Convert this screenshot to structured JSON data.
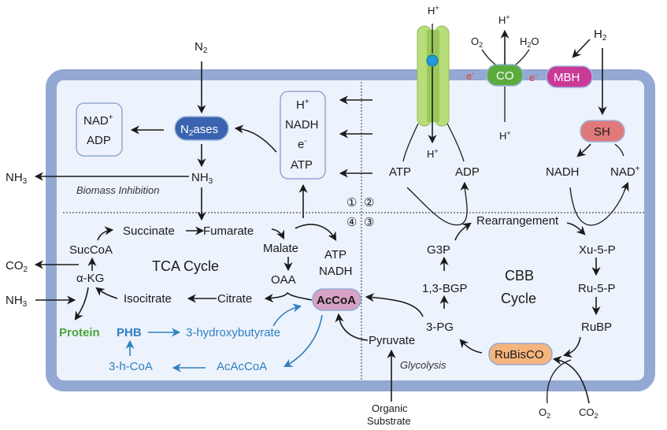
{
  "external": {
    "n2": "N",
    "n2_sub": "2",
    "nh3_out": "NH",
    "nh3_out_sub": "3",
    "co2_out": "CO",
    "co2_out_sub": "2",
    "nh3_in": "NH",
    "nh3_in_sub": "3",
    "h_plus_top": "H",
    "h_plus_top_sup": "+",
    "h_plus_co": "H",
    "h_plus_co_sup": "+",
    "o2_top": "O",
    "o2_top_sub": "2",
    "h2o": "H",
    "h2o_sub": "2",
    "h2o_tail": "O",
    "h2": "H",
    "h2_sub": "2",
    "organic_substrate_line1": "Organic",
    "organic_substrate_line2": "Substrate",
    "o2_bottom": "O",
    "o2_bottom_sub": "2",
    "co2_bottom": "CO",
    "co2_bottom_sub": "2"
  },
  "membrane": {
    "co": "CO",
    "mbh": "MBH",
    "electron": "e",
    "electron_sup": "-",
    "h_plus_inside": "H",
    "h_plus_inside_sup": "+",
    "h_plus_below_co": "H",
    "h_plus_below_co_sup": "+"
  },
  "quadrant1": {
    "nitrogenase": "N",
    "nitrogenase_sub": "2",
    "nitrogenase_tail": "ases",
    "nad_box": [
      "NAD",
      "ADP"
    ],
    "nad_sup": "+",
    "energy_box": [
      "H",
      "NADH",
      "e",
      "ATP"
    ],
    "energy_h_sup": "+",
    "energy_e_sup": "-",
    "nh3": "NH",
    "nh3_sub": "3",
    "biomass_inhibition": "Biomass Inhibition"
  },
  "quadrant2": {
    "atp": "ATP",
    "adp": "ADP",
    "sh": "SH",
    "nadh": "NADH",
    "nad_plus": "NAD",
    "nad_plus_sup": "+"
  },
  "quadrant_markers": [
    "①",
    "②",
    "③",
    "④"
  ],
  "tca": {
    "title": "TCA  Cycle",
    "succinate": "Succinate",
    "fumarate": "Fumarate",
    "malate": "Malate",
    "oaa": "OAA",
    "citrate": "Citrate",
    "isocitrate": "Isocitrate",
    "akg": "α-KG",
    "succoa": "SucCoA",
    "atp": "ATP",
    "nadh": "NADH",
    "accoa": "AcCoA",
    "protein": "Protein",
    "phb": "PHB",
    "hydroxybutyrate": "3-hydroxybutyrate",
    "h_coa": "3-h-CoA",
    "acaccoa": "AcAcCoA"
  },
  "cbb": {
    "title_line1": "CBB",
    "title_line2": "Cycle",
    "rearrangement": "Rearrangement",
    "g3p": "G3P",
    "bgp": "1,3-BGP",
    "pg": "3-PG",
    "xu5p": "Xu-5-P",
    "ru5p": "Ru-5-P",
    "rubp": "RuBP",
    "rubisco": "RuBisCO",
    "pyruvate": "Pyruvate",
    "glycolysis": "Glycolysis"
  },
  "colors": {
    "cell_wall": "#93a8d2",
    "cytoplasm": "#edf3fc",
    "nitrogenase": "#3a64b0",
    "co_enzyme": "#5aab3c",
    "mbh": "#c93a97",
    "sh": "#e07a7a",
    "accoa": "#d7a2c5",
    "rubisco": "#f5b57e",
    "channel": "#b9dd7a",
    "phb_pathway": "#2f7fc1",
    "protein": "#4aa33a",
    "electron": "#d9534f"
  }
}
